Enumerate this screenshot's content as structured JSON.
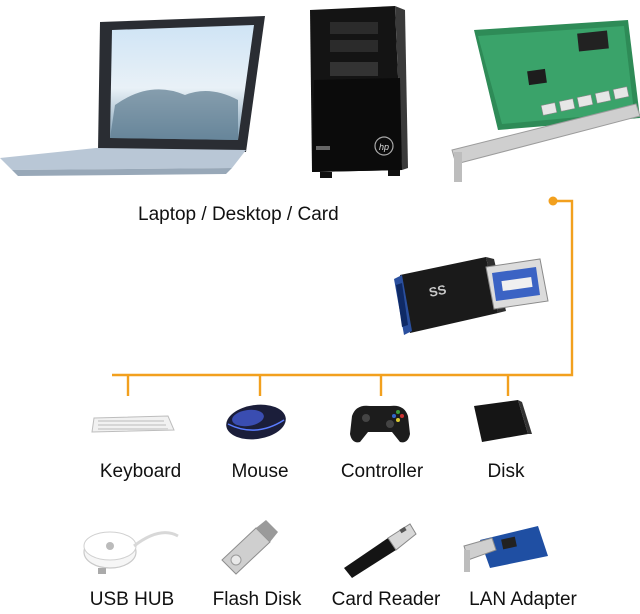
{
  "top_caption": "Laptop / Desktop / Card",
  "adapter": {
    "marking": "SS"
  },
  "desktop": {
    "brand": "hp"
  },
  "accent_color": "#f2a01e",
  "devices_row1": [
    {
      "label": "Keyboard",
      "icon": "keyboard-icon"
    },
    {
      "label": "Mouse",
      "icon": "mouse-icon"
    },
    {
      "label": "Controller",
      "icon": "game-controller-icon"
    },
    {
      "label": "Disk",
      "icon": "hard-disk-icon"
    }
  ],
  "devices_row2": [
    {
      "label": "USB HUB",
      "icon": "usb-hub-icon"
    },
    {
      "label": "Flash Disk",
      "icon": "flash-disk-icon"
    },
    {
      "label": "Card Reader",
      "icon": "card-reader-icon"
    },
    {
      "label": "LAN Adapter",
      "icon": "lan-adapter-icon"
    }
  ]
}
